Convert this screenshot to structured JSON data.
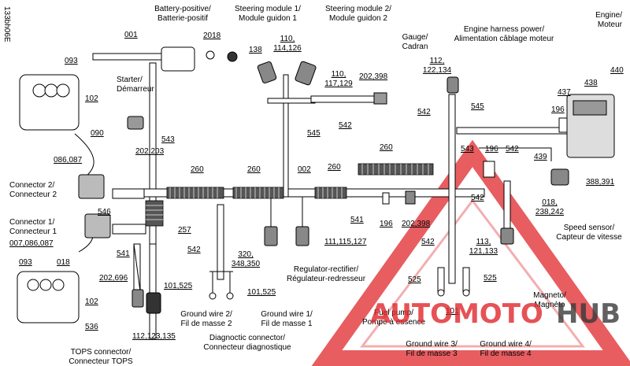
{
  "doc_id": "133bh06E",
  "labels": {
    "battery": [
      "Battery-positive/",
      "Batterie-positif"
    ],
    "steering1": [
      "Steering module 1/",
      "Module guidon 1"
    ],
    "steering2": [
      "Steering module 2/",
      "Module guidon 2"
    ],
    "gauge": [
      "Gauge/",
      "Cadran"
    ],
    "engine_harness": [
      "Engine harness power/",
      "Alimentation câblage moteur"
    ],
    "engine": [
      "Engine/",
      "Moteur"
    ],
    "starter": [
      "Starter/",
      "Démarreur"
    ],
    "connector2": [
      "Connector 2/",
      "Connecteur 2"
    ],
    "connector1": [
      "Connector 1/",
      "Connecteur 1"
    ],
    "regulator": [
      "Regulator-rectifier/",
      "Régulateur-redresseur"
    ],
    "ground2": [
      "Ground wire 2/",
      "Fil de masse 2"
    ],
    "ground1": [
      "Ground wire 1/",
      "Fil de masse 1"
    ],
    "diag": [
      "Diagnoctic connector/",
      "Connecteur diagnostique"
    ],
    "tops": [
      "TOPS connector/",
      "Connecteur TOPS"
    ],
    "fuelpump": [
      "Fuel pump/",
      "Pompe à essence"
    ],
    "ground3": [
      "Ground wire 3/",
      "Fil de masse 3"
    ],
    "ground4": [
      "Ground wire 4/",
      "Fil de masse 4"
    ],
    "magneto": [
      "Magneto/",
      "Magnéto"
    ],
    "speed": [
      "Speed sensor/",
      "Capteur de vitesse"
    ]
  },
  "parts": {
    "p001": "001",
    "p2018": "2018",
    "p138": "138",
    "p110a": [
      "110,",
      "114,126"
    ],
    "p110b": [
      "110,",
      "117,129"
    ],
    "p093a": "093",
    "p102a": "102",
    "p090": "090",
    "p202_398a": "202,398",
    "p112": [
      "112,",
      "122,134"
    ],
    "p437": "437",
    "p438": "438",
    "p440": "440",
    "p542a": "542",
    "p545a": "545",
    "p196a": "196",
    "p542b": "542",
    "p545b": "545",
    "p202_203": "202,203",
    "p543a": "543",
    "p260a": "260",
    "p260b": "260",
    "p002": "002",
    "p260c": "260",
    "p260d": "260",
    "p543b": "543",
    "p196b": "196",
    "p542c": "542",
    "p439": "439",
    "p388": "388,391",
    "p086": "086,087",
    "p546": "546",
    "p257": "257",
    "p541a": "541",
    "p196c": "196",
    "p202_398b": "202,398",
    "p542d": "542",
    "p018a": [
      "018,",
      "238,242"
    ],
    "p007": "007,086,087",
    "p542e": "542",
    "p320": [
      "320,",
      "348,350"
    ],
    "p111": "111,115,127",
    "p113": [
      "113,",
      "121,133"
    ],
    "p542f": "542",
    "p093b": "093",
    "p018b": "018",
    "p541b": "541",
    "p202_696": "202,696",
    "p101_525a": "101,525",
    "p101_525b": "101,525",
    "p525a": "525",
    "p525b": "525",
    "p102b": "102",
    "p536": "536",
    "p112_123": "112,123,135",
    "p101": "101"
  },
  "watermark": {
    "left": "AUTOMOTO",
    "right": "HUB",
    "color": "#e0272b",
    "accent": "#3a3a3a"
  }
}
